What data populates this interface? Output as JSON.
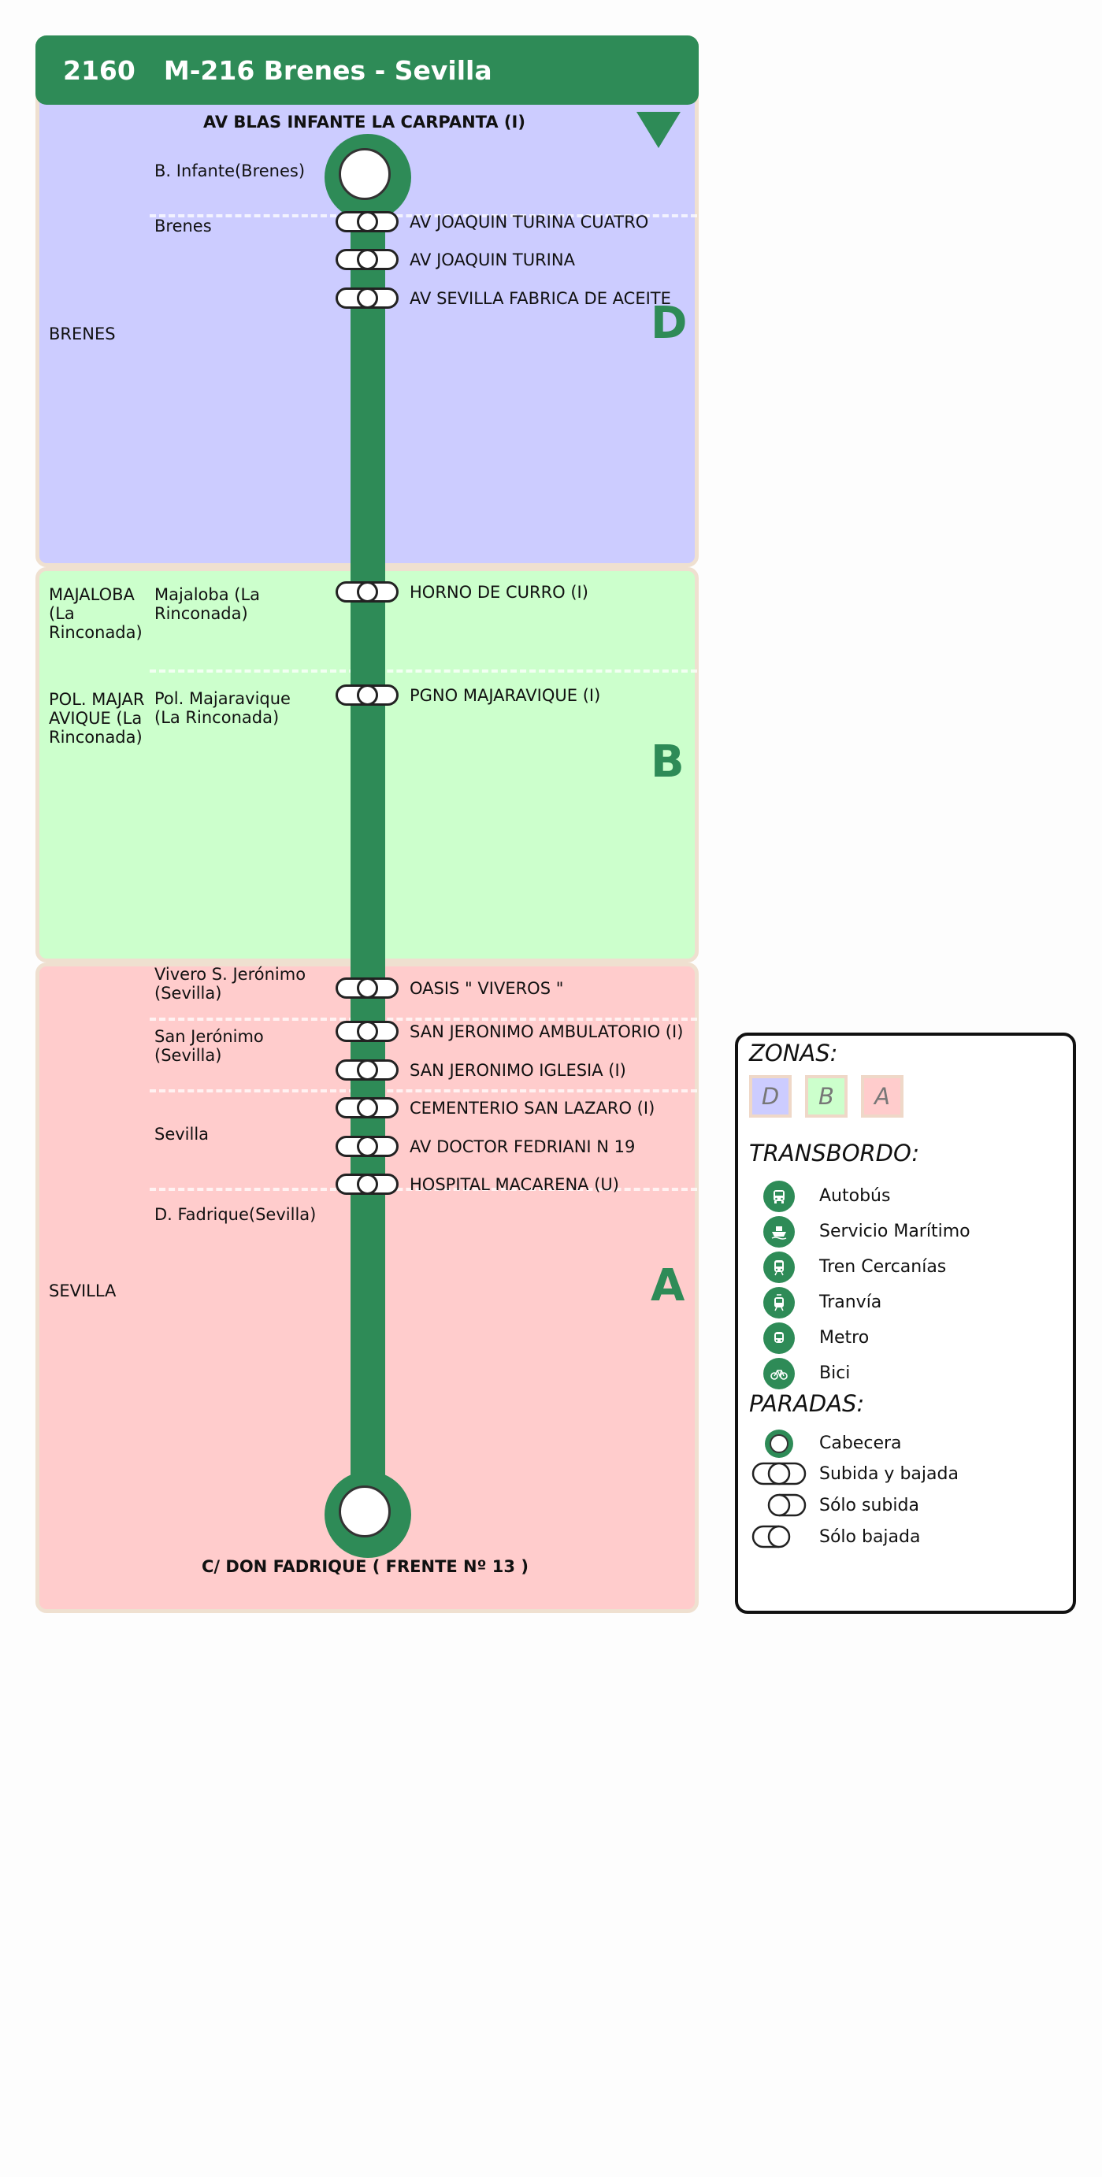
{
  "header": {
    "number": "2160",
    "title": "M-216 Brenes - Sevilla"
  },
  "terminals": {
    "start": "AV BLAS INFANTE LA CARPANTA (I)",
    "end": "C/ DON FADRIQUE ( FRENTE Nº 13 )"
  },
  "zones": [
    {
      "letter": "D",
      "color": "#ccccff"
    },
    {
      "letter": "B",
      "color": "#ccffcc"
    },
    {
      "letter": "A",
      "color": "#ffcccc"
    }
  ],
  "municipalities": [
    "BRENES",
    "MAJALOBA (La Rinconada)",
    "POL. MAJARAVIQUE (La Rinconada)",
    "SEVILLA"
  ],
  "areas": [
    "B. Infante(Brenes)",
    "Brenes",
    "Majaloba (La Rinconada)",
    "Pol. Majaravique (La Rinconada)",
    "Vivero S. Jerónimo (Sevilla)",
    "San Jerónimo (Sevilla)",
    "Sevilla",
    "D. Fadrique(Sevilla)"
  ],
  "stops": [
    "AV JOAQUIN TURINA CUATRO",
    "AV JOAQUIN TURINA",
    "AV SEVILLA FABRICA DE ACEITE",
    "HORNO DE CURRO (I)",
    "PGNO MAJARAVIQUE (I)",
    "OASIS \" VIVEROS \"",
    "SAN JERONIMO AMBULATORIO (I)",
    "SAN JERONIMO IGLESIA (I)",
    "CEMENTERIO SAN LAZARO (I)",
    "AV DOCTOR FEDRIANI N 19",
    "HOSPITAL MACARENA (U)"
  ],
  "legend": {
    "zonas_title": "ZONAS:",
    "zone_chips": [
      "D",
      "B",
      "A"
    ],
    "transbordo_title": "TRANSBORDO:",
    "transbordo": [
      "Autobús",
      "Servicio Marítimo",
      "Tren Cercanías",
      "Tranvía",
      "Metro",
      "Bici"
    ],
    "transbordo_icons": [
      "bus-icon",
      "ship-icon",
      "train-icon",
      "tram-icon",
      "metro-icon",
      "bike-icon"
    ],
    "paradas_title": "PARADAS:",
    "paradas": [
      "Cabecera",
      "Subida y bajada",
      "Sólo subida",
      "Sólo bajada"
    ]
  },
  "colors": {
    "line": "#2e8b57",
    "zone_border": "#efe0d0"
  }
}
